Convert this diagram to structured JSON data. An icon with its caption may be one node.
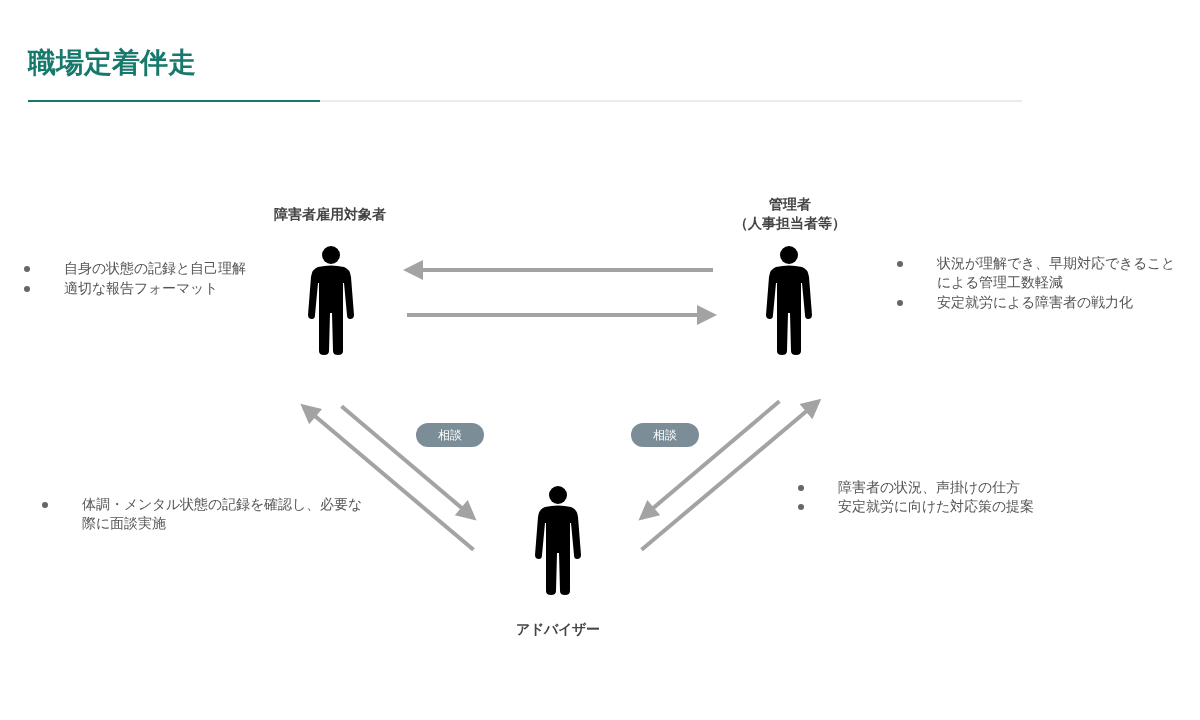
{
  "diagram": {
    "title": "職場定着伴走",
    "nodes": [
      {
        "text": [
          "障害者雇用対象者"
        ]
      },
      {
        "text": [
          "管理者（人事担当者等）"
        ]
      },
      {
        "text": [
          "アドバイザー"
        ]
      }
    ],
    "edges": [
      {
        "from": 1,
        "to": 0,
        "arrow": "to"
      },
      {
        "from": 0,
        "to": 1,
        "arrow": "to"
      },
      {
        "from": 0,
        "to": 2,
        "arrow": "to",
        "label": "相談"
      },
      {
        "from": 2,
        "to": 0,
        "arrow": "to"
      },
      {
        "from": 1,
        "to": 2,
        "arrow": "to",
        "label": "相談"
      },
      {
        "from": 2,
        "to": 1,
        "arrow": "to"
      }
    ],
    "labels": [
      "自身の状態の記録と自己理解",
      "適切な報告フォーマット",
      "状況が理解でき、早期対応できることによる管理工数軽減",
      "安定就労による障害者の戦力化",
      "体調・メンタル状態の記録を確認し、必要な際に面談実施",
      "障害者の状況、声掛けの仕方",
      "安定就労に向けた対応策の提案"
    ]
  }
}
